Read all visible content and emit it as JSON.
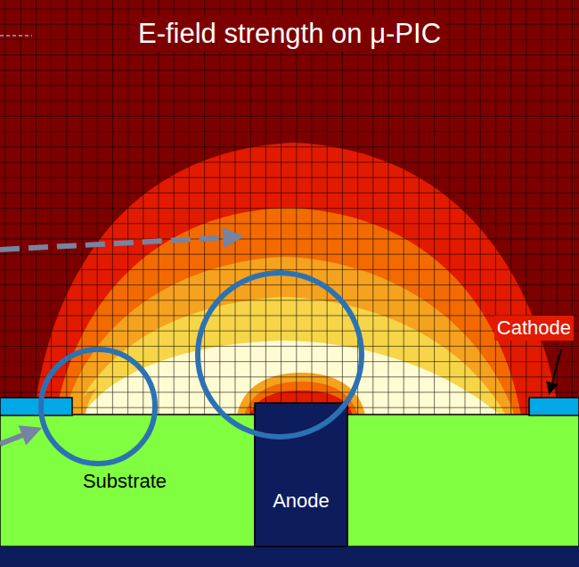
{
  "diagram": {
    "title": "E-field strength on μ-PIC",
    "nodes": [
      {
        "text": [
          "Substrate"
        ]
      },
      {
        "text": [
          "Anode"
        ]
      }
    ],
    "labels": [
      "Cathode"
    ]
  }
}
